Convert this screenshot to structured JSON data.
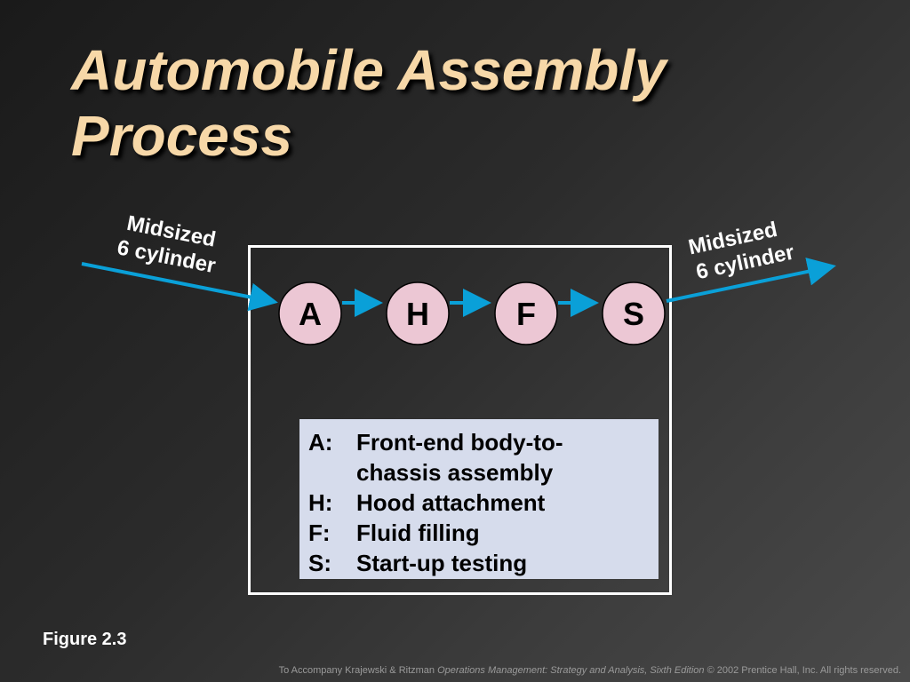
{
  "title": {
    "line1": "Automobile Assembly",
    "line2": "Process"
  },
  "input_label": {
    "line1": "Midsized",
    "line2": "6 cylinder"
  },
  "output_label": {
    "line1": "Midsized",
    "line2": "6 cylinder"
  },
  "nodes": [
    "A",
    "H",
    "F",
    "S"
  ],
  "legend": [
    {
      "key": "A:",
      "line1": "Front-end body-to-",
      "line2": "chassis assembly"
    },
    {
      "key": "H:",
      "line1": "Hood attachment"
    },
    {
      "key": "F:",
      "line1": "Fluid filling"
    },
    {
      "key": "S:",
      "line1": "Start-up testing"
    }
  ],
  "figure_label": "Figure 2.3",
  "footer": {
    "prefix": "To Accompany Krajewski & Ritzman ",
    "book": "Operations Management: Strategy and Analysis, Sixth Edition",
    "suffix": " © 2002 Prentice Hall, Inc. All rights reserved."
  },
  "colors": {
    "title": "#f7d8a8",
    "arrow": "#0aa0d8",
    "node_fill": "#ecc7d4",
    "legend_bg": "#d6dcec"
  }
}
